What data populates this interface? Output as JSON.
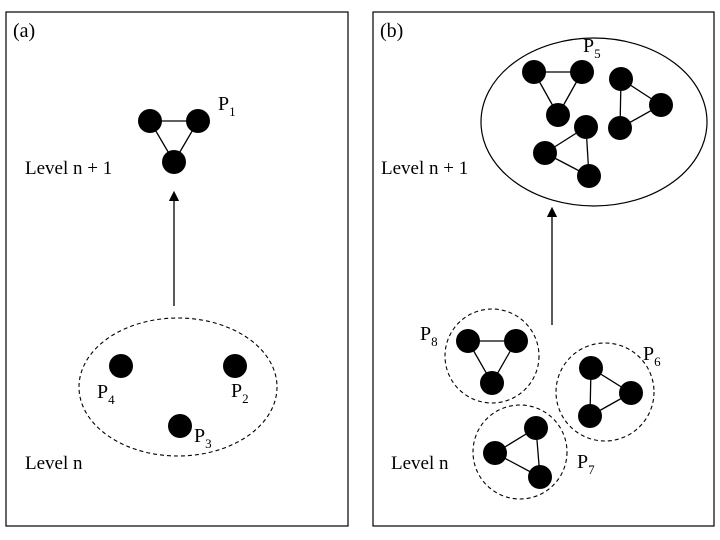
{
  "panel_a": {
    "label": "(a)",
    "level_top": "Level n + 1",
    "level_bottom": "Level n",
    "p1": {
      "name": "P",
      "sub": "1"
    },
    "p2": {
      "name": "P",
      "sub": "2"
    },
    "p3": {
      "name": "P",
      "sub": "3"
    },
    "p4": {
      "name": "P",
      "sub": "4"
    }
  },
  "panel_b": {
    "label": "(b)",
    "level_top": "Level n + 1",
    "level_bottom": "Level n",
    "p5": {
      "name": "P",
      "sub": "5"
    },
    "p6": {
      "name": "P",
      "sub": "6"
    },
    "p7": {
      "name": "P",
      "sub": "7"
    },
    "p8": {
      "name": "P",
      "sub": "8"
    }
  }
}
